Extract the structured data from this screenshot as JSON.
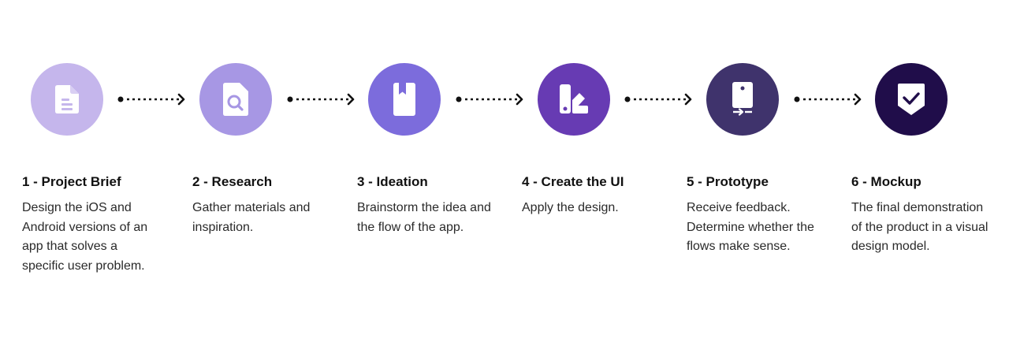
{
  "colors": {
    "step1": "#c5b6ec",
    "step2": "#a797e4",
    "step3": "#7c6cdc",
    "step4": "#673bb3",
    "step5": "#3f336c",
    "step6": "#200d4a",
    "arrow": "#111111",
    "icon": "#ffffff"
  },
  "steps": [
    {
      "title": "1 - Project Brief",
      "description": "Design the iOS and Android versions of an app that solves a specific user problem.",
      "icon": "document-icon"
    },
    {
      "title": "2 - Research",
      "description": "Gather materials and inspiration.",
      "icon": "document-search-icon"
    },
    {
      "title": "3 - Ideation",
      "description": "Brainstorm the idea and the flow of the app.",
      "icon": "notebook-icon"
    },
    {
      "title": "4 - Create the UI",
      "description": "Apply the design.",
      "icon": "design-swatch-icon"
    },
    {
      "title": "5 - Prototype",
      "description": "Receive feedback. Determine whether the flows make sense.",
      "icon": "phone-prototype-icon"
    },
    {
      "title": "6 - Mockup",
      "description": "The final demonstration of the product in a visual design model.",
      "icon": "shield-check-icon"
    }
  ]
}
